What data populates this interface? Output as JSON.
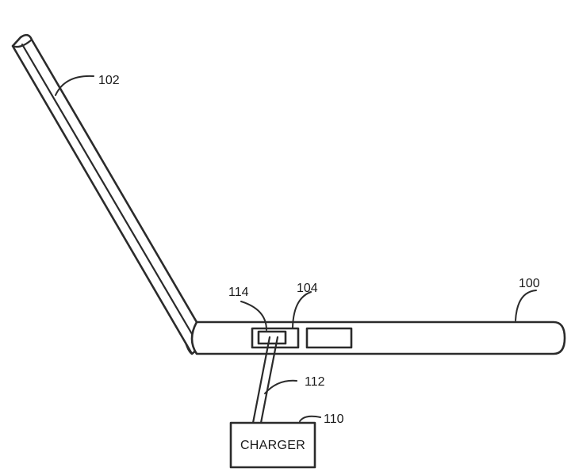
{
  "labels": {
    "lid": "102",
    "base": "100",
    "port": "104",
    "connector": "114",
    "cable": "112",
    "charger": "110"
  },
  "charger_box_text": "CHARGER",
  "stroke_color": "#2b2b2b"
}
